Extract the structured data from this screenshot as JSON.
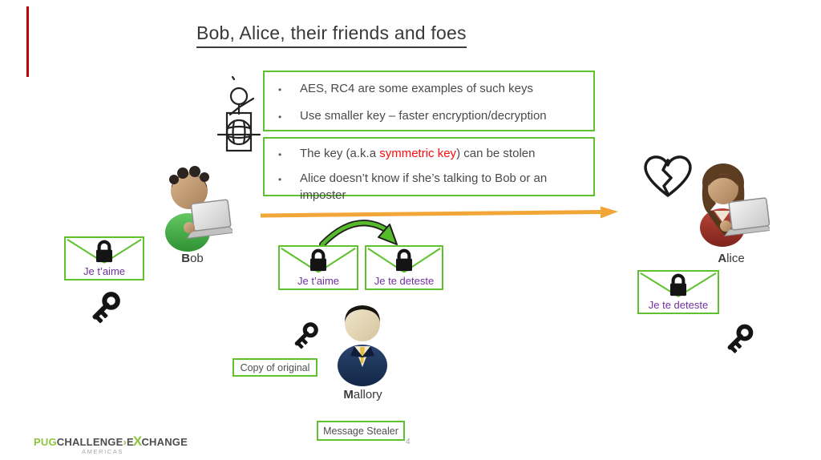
{
  "slide": {
    "title": "Bob, Alice, their friends and foes",
    "page_number": "4",
    "bullet_char": "•"
  },
  "callout_keys": {
    "bullet1": "AES, RC4 are some examples of such keys",
    "bullet2": "Use smaller key – faster encryption/decryption"
  },
  "callout_risks": {
    "bullet1_pre": "The key (a.k.a ",
    "bullet1_highlight": "symmetric key",
    "bullet1_post": ") can be stolen",
    "bullet2": "Alice doesn’t know if she’s talking to Bob or an imposter"
  },
  "actors": {
    "bob": {
      "initial": "B",
      "rest": "ob"
    },
    "alice": {
      "initial": "A",
      "rest": "lice"
    },
    "mallory": {
      "initial": "M",
      "rest": "allory"
    }
  },
  "envelopes": {
    "bob_message": "Je t’aime",
    "mallory_original": "Je t’aime",
    "mallory_forged": "Je te deteste",
    "alice_message": "Je te deteste"
  },
  "labels": {
    "copy_of_original": "Copy of original",
    "message_stealer": "Message Stealer"
  },
  "logo": {
    "pug": "PUG",
    "challenge": "CHALLENGE",
    "separator": "›",
    "e": "E",
    "x": "X",
    "change": "CHANGE",
    "americas": "AMERICAS"
  },
  "icons": {
    "padlock": "closed padlock on sealed message (maps to 🔒 shape)",
    "key": "symmetric encryption key (maps to 🔑 shape)",
    "broken_heart": "broken heart outline (maps to 💔 shape)",
    "speaker_doodle": "hand-drawn stick figure at podium with globe"
  },
  "colors": {
    "accent_green": "#5fc12d",
    "envelope_text_purple": "#7030a0",
    "highlight_red": "#fe0d0d",
    "arrow_orange": "#f1a637",
    "logo_green": "#8cc63e",
    "body_text": "#4a4a4a",
    "red_bar": "#c00000"
  }
}
